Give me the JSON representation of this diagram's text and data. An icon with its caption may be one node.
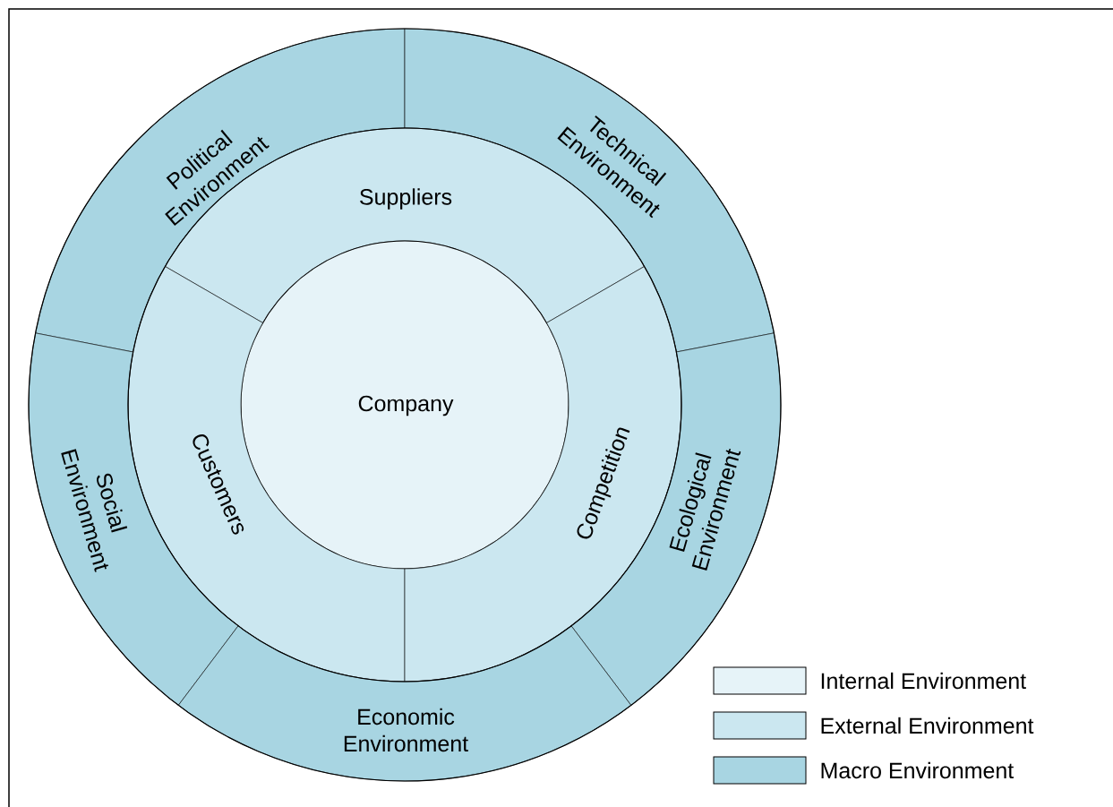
{
  "diagram": {
    "nodes": [
      {
        "text": [
          "Political Environment"
        ]
      },
      {
        "text": [
          "Technical Environment"
        ]
      },
      {
        "text": [
          "Suppliers"
        ]
      },
      {
        "text": [
          "Company"
        ]
      },
      {
        "text": [
          "Customers"
        ]
      },
      {
        "text": [
          "Competition"
        ]
      },
      {
        "text": [
          "Social Environment"
        ]
      },
      {
        "text": [
          "Ecological Environment"
        ]
      },
      {
        "text": [
          "Economic Environment"
        ]
      }
    ],
    "legend": [
      {
        "text": "Internal Environment",
        "color": "#e6f3f8"
      },
      {
        "text": "External Environment",
        "color": "#cbe7f0"
      },
      {
        "text": "Macro Environment",
        "color": "#a8d5e2"
      }
    ]
  }
}
